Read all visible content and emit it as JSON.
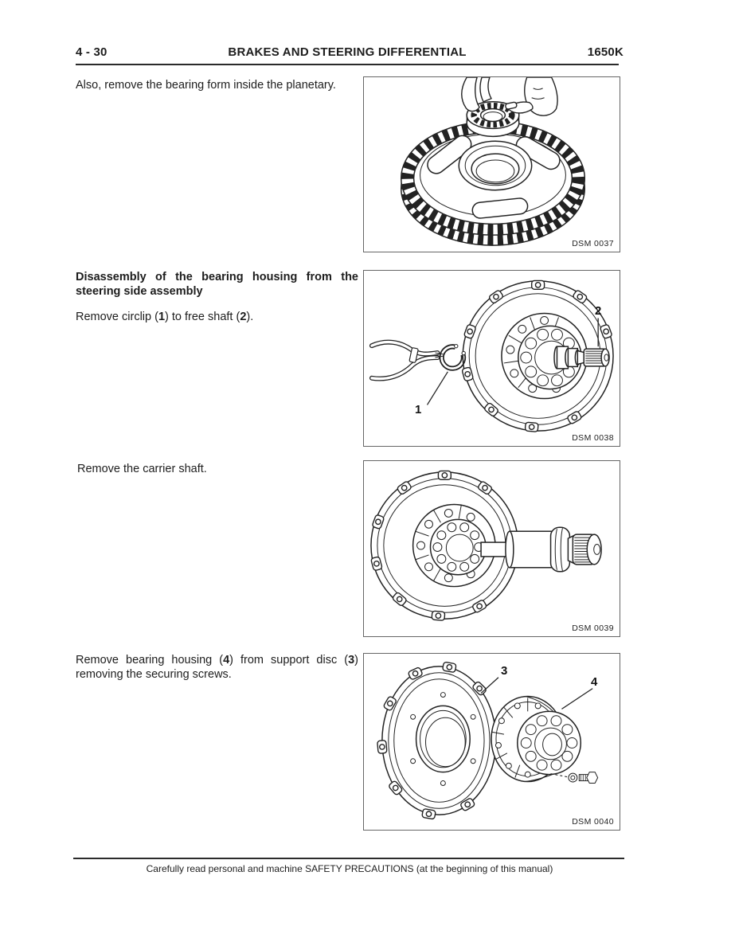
{
  "header": {
    "page_number": "4 - 30",
    "title": "BRAKES AND STEERING DIFFERENTIAL",
    "code": "1650K"
  },
  "sections": {
    "s1": {
      "body": "Also, remove the bearing form inside the planetary.",
      "caption": "DSM 0037"
    },
    "s2": {
      "heading": "Disassembly of the bearing housing from the steering side assembly",
      "body_pre": "Remove circlip (",
      "num1": "1",
      "body_mid": ") to free shaft (",
      "num2": "2",
      "body_end": ").",
      "caption": "DSM 0038",
      "label1": "1",
      "label2": "2"
    },
    "s3": {
      "body": "Remove the carrier shaft.",
      "caption": "DSM 0039"
    },
    "s4": {
      "body_pre": "Remove bearing housing (",
      "num4": "4",
      "body_mid": ") from support disc (",
      "num3": "3",
      "body_end": ") removing the securing screws.",
      "caption": "DSM 0040",
      "label3": "3",
      "label4": "4"
    }
  },
  "footer": {
    "note": "Carefully read personal and machine SAFETY PRECAUTIONS (at the beginning of this manual)"
  },
  "colors": {
    "ink": "#1d1d1d",
    "line": "#222222",
    "figure_border": "#666666"
  }
}
